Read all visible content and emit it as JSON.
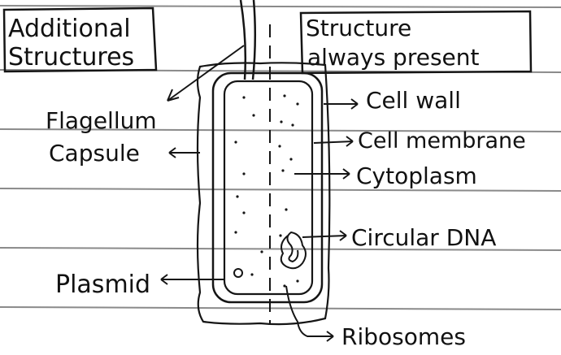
{
  "colors": {
    "ink": "#151515",
    "rule_line": "#7d7d7d",
    "paper": "#ffffff"
  },
  "boxes": {
    "additional": {
      "line1": "Additional",
      "line2": "Structures"
    },
    "always": {
      "line1": "Structure",
      "line2": "always present"
    }
  },
  "labels": {
    "flagellum": "Flagellum",
    "capsule": "Capsule",
    "plasmid": "Plasmid",
    "cell_wall": "Cell wall",
    "cell_membrane": "Cell membrane",
    "cytoplasm": "Cytoplasm",
    "circular_dna": "Circular DNA",
    "ribosomes": "Ribosomes"
  }
}
